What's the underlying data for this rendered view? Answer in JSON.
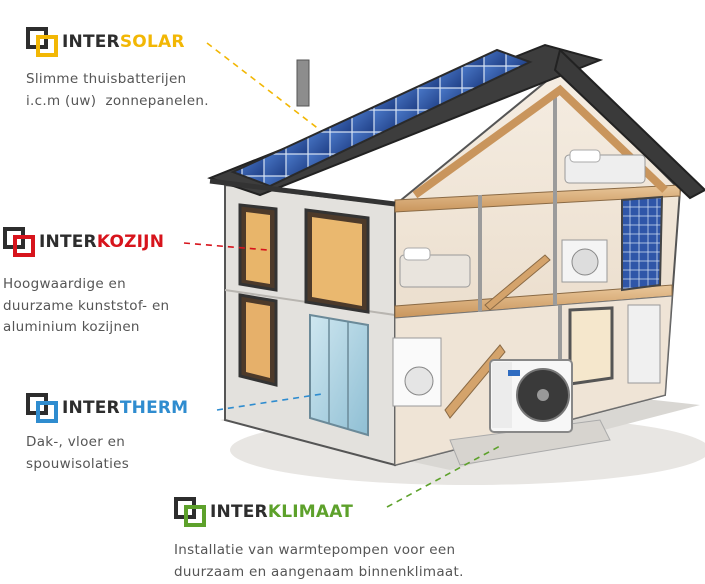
{
  "colors": {
    "solar": "#f2b705",
    "kozijn": "#d7141c",
    "therm": "#2f8ccf",
    "klimaat": "#5da12b",
    "logo_dark": "#2d2d2d"
  },
  "callouts": [
    {
      "id": "intersolar",
      "word_a": "INTER",
      "word_b": "SOLAR",
      "lines": [
        "Slimme thuisbatterijen",
        "i.c.m (uw)  zonnepanelen."
      ]
    },
    {
      "id": "interkozijn",
      "word_a": "INTER",
      "word_b": "KOZIJN",
      "lines": [
        "Hoogwaardige en",
        "duurzame kunststof- en",
        "aluminium kozijnen"
      ]
    },
    {
      "id": "intertherm",
      "word_a": "INTER",
      "word_b": "THERM",
      "lines": [
        "Dak-, vloer en",
        "spouwisolaties"
      ]
    },
    {
      "id": "interklimaat",
      "word_a": "INTER",
      "word_b": "KLIMAAT",
      "lines": [
        "Installatie van warmtepompen voor een",
        "duurzaam en aangenaam binnenklimaat."
      ]
    }
  ]
}
